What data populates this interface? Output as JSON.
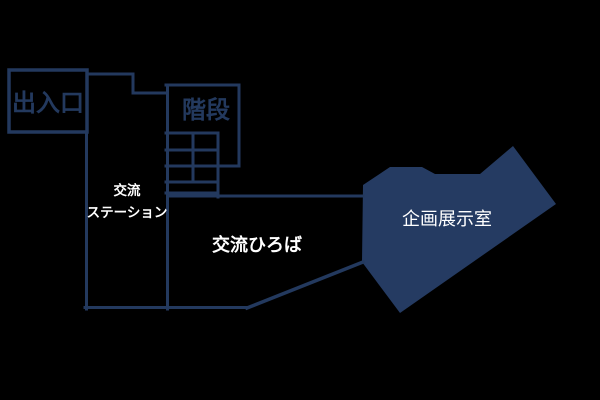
{
  "map": {
    "background_color": "#000000",
    "line_color": "#23395e",
    "fill_color": "#253b62",
    "light_text_color": "#ffffff",
    "rooms": {
      "entrance": {
        "label": "出入口"
      },
      "stairs": {
        "label": "階段"
      },
      "station": {
        "label_line1": "交流",
        "label_line2": "ステーション"
      },
      "plaza": {
        "label": "交流ひろば"
      },
      "exhibition": {
        "label": "企画展示室"
      }
    }
  }
}
